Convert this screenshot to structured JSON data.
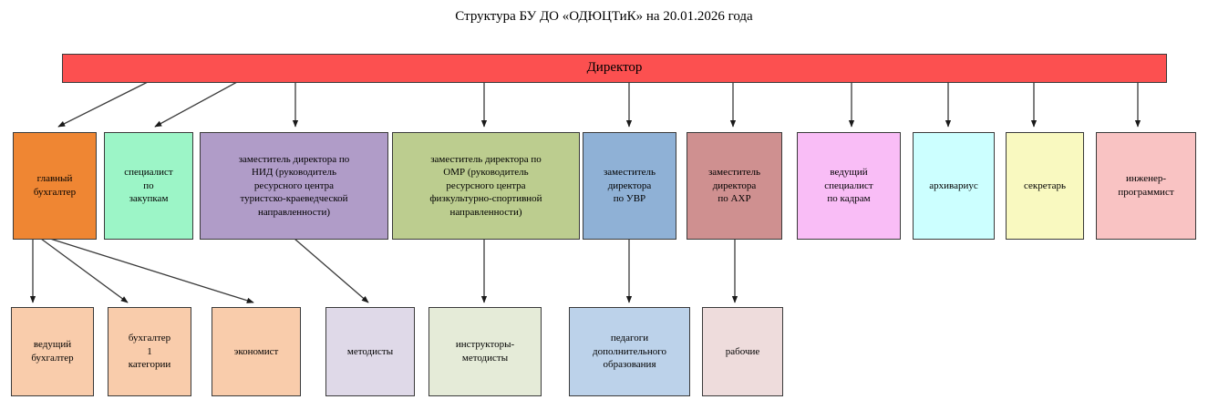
{
  "title": "Структура БУ ДО «ОДЮЦТиК» на 20.01.2026 года",
  "colors": {
    "director": "#fc5050",
    "border": "#3a3a3a",
    "connector": "#3a3a3a",
    "background": "#ffffff",
    "chief_accountant": "#ef8633",
    "procurement": "#9cf5c7",
    "deputy_nid": "#b09cc8",
    "deputy_omr": "#bccd8f",
    "deputy_uvr": "#8fb1d6",
    "deputy_ahr": "#cf9090",
    "hr_specialist": "#f9bdf6",
    "archivist": "#ccffff",
    "secretary": "#f9f9c0",
    "it_engineer": "#f9c3c3",
    "lead_accountant": "#f9ccab",
    "accountant_cat1": "#f9ccab",
    "economist": "#f9ccab",
    "methodists": "#dfd9e8",
    "instructor_methodists": "#e5ebd8",
    "teachers": "#bcd2ea",
    "workers": "#eedcdc"
  },
  "director": {
    "label": "Директор"
  },
  "level1": [
    {
      "key": "chief_accountant",
      "label": "главный\nбухгалтер"
    },
    {
      "key": "procurement",
      "label": "специалист\nпо\nзакупкам"
    },
    {
      "key": "deputy_nid",
      "label": "заместитель директора по\nНИД (руководитель\nресурсного центра\nтуристско-краеведческой\nнаправленности)"
    },
    {
      "key": "deputy_omr",
      "label": "заместитель директора по\nОМР (руководитель\nресурсного центра\nфизкультурно-спортивной\nнаправленности)"
    },
    {
      "key": "deputy_uvr",
      "label": "заместитель\nдиректора\nпо УВР"
    },
    {
      "key": "deputy_ahr",
      "label": "заместитель\nдиректора\nпо АХР"
    },
    {
      "key": "hr_specialist",
      "label": "ведущий\nспециалист\nпо кадрам"
    },
    {
      "key": "archivist",
      "label": "архивариус"
    },
    {
      "key": "secretary",
      "label": "секретарь"
    },
    {
      "key": "it_engineer",
      "label": "инженер-\nпрограммист"
    }
  ],
  "level2": [
    {
      "key": "lead_accountant",
      "label": "ведущий\nбухгалтер"
    },
    {
      "key": "accountant_cat1",
      "label": "бухгалтер\n1\nкатегории"
    },
    {
      "key": "economist",
      "label": "экономист"
    },
    {
      "key": "methodists",
      "label": "методисты"
    },
    {
      "key": "instructor_methodists",
      "label": "инструкторы-\nметодисты"
    },
    {
      "key": "teachers",
      "label": "педагоги\nдополнительного\nобразования"
    },
    {
      "key": "workers",
      "label": "рабочие"
    }
  ]
}
